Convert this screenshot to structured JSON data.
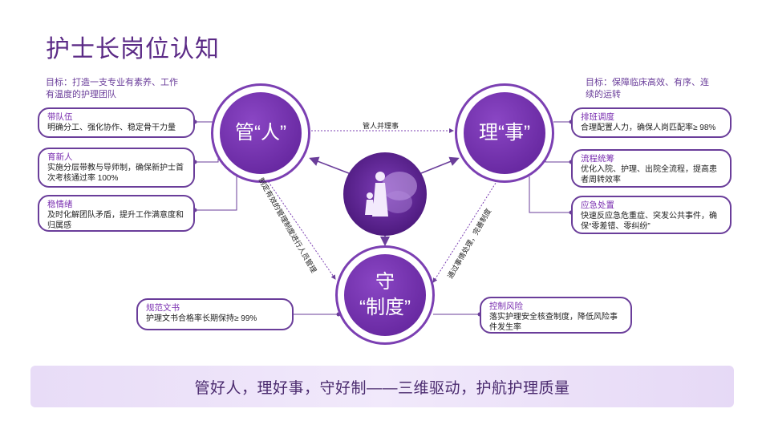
{
  "title": "护士长岗位认知",
  "left_goal": [
    "目标：打造一支专业有素养、工作",
    "有温度的护理团队"
  ],
  "right_goal": [
    "目标：保障临床高效、有序、连",
    "续的运转"
  ],
  "circles": {
    "people": "管“人”",
    "affairs": "理“事”",
    "system_line1": "守",
    "system_line2": "“制度”"
  },
  "edges": {
    "top": "管人并理事",
    "left_diag": "制定有效的管理制度进行人员管理",
    "right_diag": "通过事情处理，完善制度"
  },
  "left_cards": [
    {
      "title": "带队伍",
      "body": "明确分工、强化协作、稳定骨干力量"
    },
    {
      "title": "育新人",
      "body": "实施分层带教与导师制，确保新护士首次考核通过率 100%"
    },
    {
      "title": "稳情绪",
      "body": "及时化解团队矛盾，提升工作满意度和归属感"
    }
  ],
  "right_cards": [
    {
      "title": "排班调度",
      "body": "合理配置人力，确保人岗匹配率≥ 98%"
    },
    {
      "title": "流程统筹",
      "body": "优化入院、护理、出院全流程，提高患者周转效率"
    },
    {
      "title": "应急处置",
      "body": "快速反应急危重症、突发公共事件，确保“零差错、零纠纷”"
    }
  ],
  "bottom_cards": [
    {
      "title": "规范文书",
      "body": "护理文书合格率长期保持≥ 99%"
    },
    {
      "title": "控制风险",
      "body": "落实护理安全核查制度，降低风险事件发生率"
    }
  ],
  "banner": "管好人，理好事，守好制——三维驱动，护航护理质量",
  "colors": {
    "accent": "#6a3d9a",
    "banner": "#ede3f9"
  }
}
